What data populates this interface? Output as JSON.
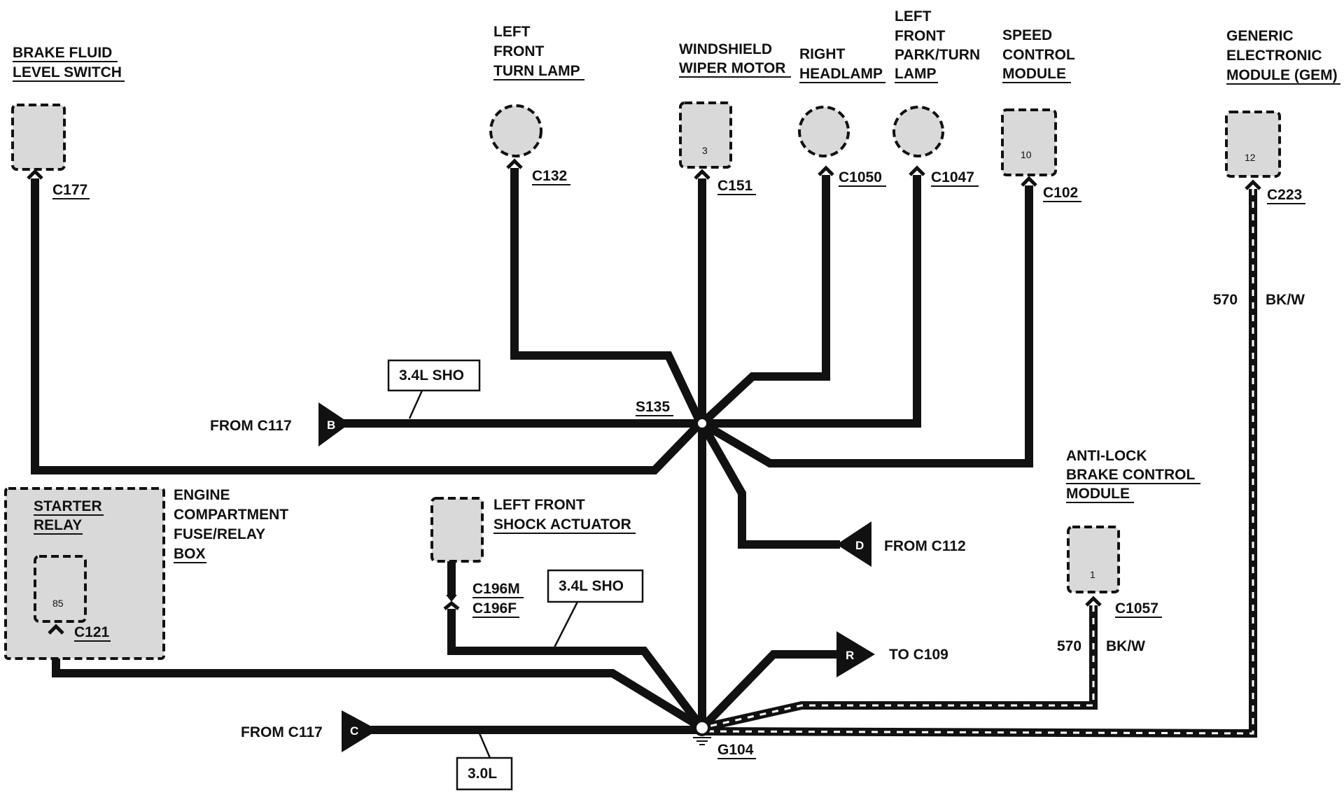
{
  "components": {
    "brake_fluid": [
      "BRAKE FLUID",
      "LEVEL SWITCH"
    ],
    "left_front_turn": [
      "LEFT",
      "FRONT",
      "TURN LAMP"
    ],
    "wiper": [
      "WINDSHIELD",
      "WIPER MOTOR"
    ],
    "right_headlamp": [
      "RIGHT",
      "HEADLAMP"
    ],
    "left_front_park": [
      "LEFT",
      "FRONT",
      "PARK/TURN",
      "LAMP"
    ],
    "speed_control": [
      "SPEED",
      "CONTROL",
      "MODULE"
    ],
    "gem": [
      "GENERIC",
      "ELECTRONIC",
      "MODULE (GEM)"
    ],
    "engine_box": [
      "ENGINE",
      "COMPARTMENT",
      "FUSE/RELAY",
      "BOX"
    ],
    "starter_relay": [
      "STARTER",
      "RELAY"
    ],
    "shock": [
      "LEFT FRONT",
      "SHOCK ACTUATOR"
    ],
    "abs": [
      "ANTI-LOCK",
      "BRAKE CONTROL",
      "MODULE"
    ]
  },
  "connectors": {
    "c177": "C177",
    "c132": "C132",
    "c151": "C151",
    "c1050": "C1050",
    "c1047": "C1047",
    "c102": "C102",
    "c223": "C223",
    "c121": "C121",
    "c196m": "C196M",
    "c196f": "C196F",
    "c1057": "C1057"
  },
  "pins": {
    "wiper": "3",
    "speed": "10",
    "gem": "12",
    "relay": "85",
    "abs": "1"
  },
  "splice": "S135",
  "ground": "G104",
  "circuits": {
    "gem": {
      "number": "570",
      "color": "BK/W"
    },
    "abs": {
      "number": "570",
      "color": "BK/W"
    }
  },
  "tags": {
    "sho_top": "3.4L SHO",
    "sho_mid": "3.4L SHO",
    "l30": "3.0L"
  },
  "page_refs": {
    "b": {
      "letter": "B",
      "text": "FROM C117"
    },
    "c": {
      "letter": "C",
      "text": "FROM C117"
    },
    "d": {
      "letter": "D",
      "text": "FROM C112"
    },
    "r": {
      "letter": "R",
      "text": "TO C109"
    }
  }
}
